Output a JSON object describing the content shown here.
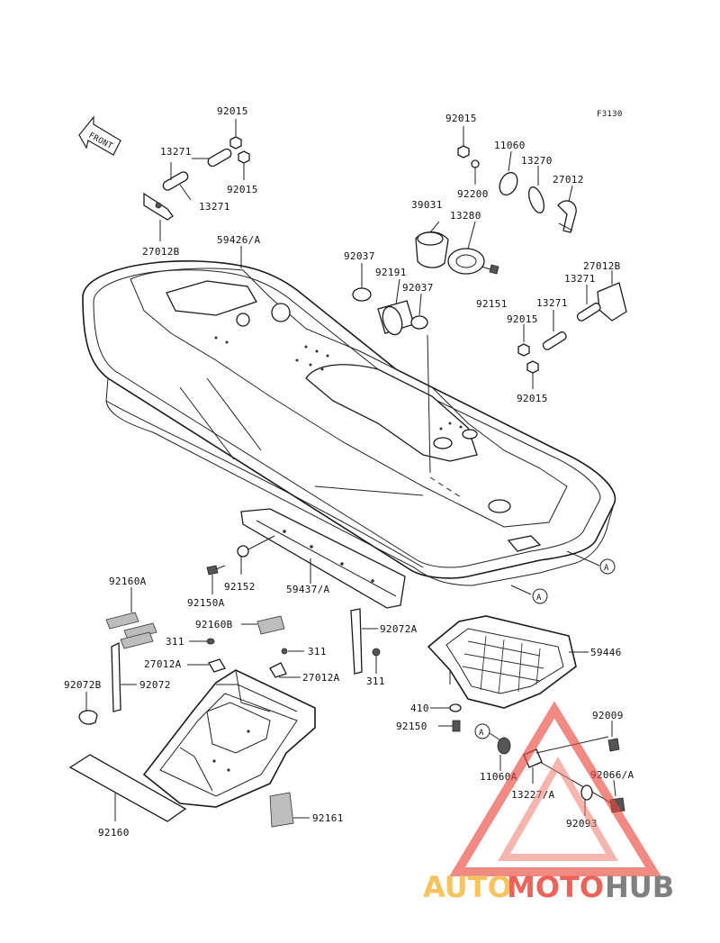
{
  "figure_code": "F3130",
  "front_label": "FRONT",
  "ref_marker": "A",
  "parts": {
    "p92015_top_left": "92015",
    "p13271_top": "13271",
    "p92015_mid_left": "92015",
    "p13271_bottom": "13271",
    "p27012B_left": "27012B",
    "p59426A": "59426/A",
    "p92015_top_right": "92015",
    "p11060": "11060",
    "p13270": "13270",
    "p27012_right": "27012",
    "p92200": "92200",
    "p39031": "39031",
    "p13280": "13280",
    "p92037_a": "92037",
    "p92191": "92191",
    "p92037_b": "92037",
    "p27012B_right": "27012B",
    "p13271_right_a": "13271",
    "p92151": "92151",
    "p13271_right_b": "13271",
    "p92015_right_a": "92015",
    "p92015_right_b": "92015",
    "p92152": "92152",
    "p92150A": "92150A",
    "p59437A": "59437/A",
    "p92160A": "92160A",
    "p92160B": "92160B",
    "p311_a": "311",
    "p311_b": "311",
    "p27012A_a": "27012A",
    "p27012A_b": "27012A",
    "p92072B": "92072B",
    "p92072": "92072",
    "p92072A": "92072A",
    "p311_c": "311",
    "p59446": "59446",
    "p410": "410",
    "p92150": "92150",
    "p92009": "92009",
    "p11060A": "11060A",
    "p13227A": "13227/A",
    "p92066A": "92066/A",
    "p92093": "92093",
    "p92160": "92160",
    "p92161": "92161"
  },
  "watermark": {
    "part1": "AUTO",
    "part2": "MOTO",
    "part3": "HUB",
    "color1": "#f5b942",
    "color2": "#e8483e",
    "color3": "#6b6b6b"
  }
}
